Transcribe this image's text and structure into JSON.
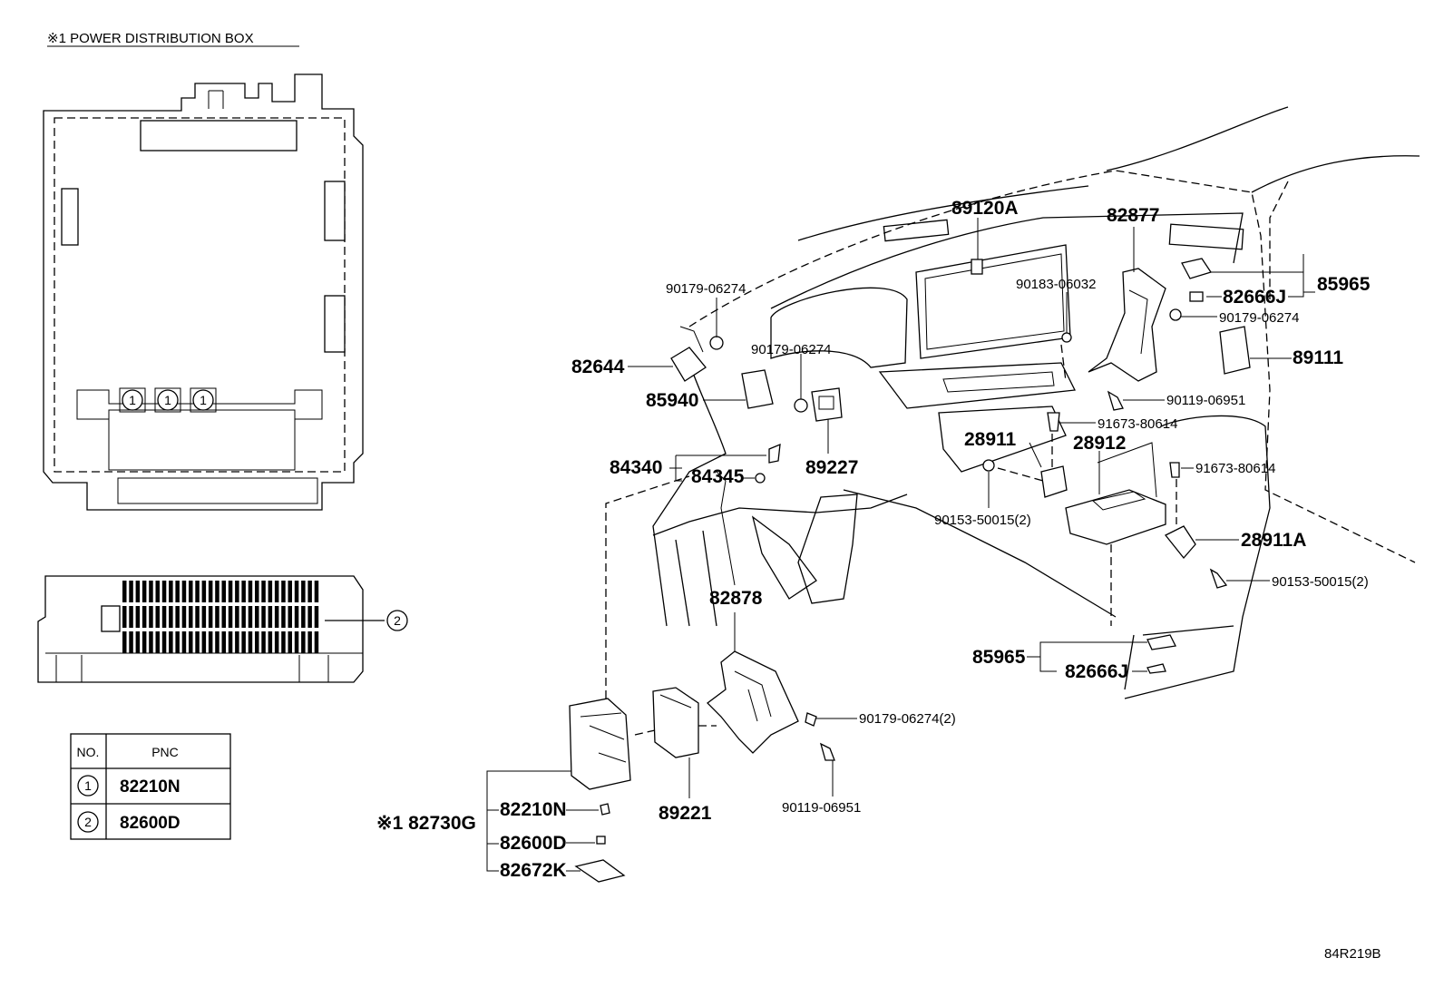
{
  "title": "※1 POWER DISTRIBUTION BOX",
  "diagram_code": "84R219B",
  "circle_markers": {
    "one": "1",
    "two": "2"
  },
  "table": {
    "headers": [
      "NO.",
      "PNC"
    ],
    "rows": [
      {
        "no": "1",
        "pnc": "82210N"
      },
      {
        "no": "2",
        "pnc": "82600D"
      }
    ]
  },
  "parts": {
    "p89120A": "89120A",
    "p82877": "82877",
    "p85965_top": "85965",
    "p82666J_top": "82666J",
    "p90179_06274_a": "90179-06274",
    "p90183_06032": "90183-06032",
    "p90179_06274_b": "90179-06274",
    "p90179_06274_c": "90179-06274",
    "p89111": "89111",
    "p82644": "82644",
    "p85940": "85940",
    "p90119_06951_a": "90119-06951",
    "p91673_80614_a": "91673-80614",
    "p28911": "28911",
    "p28912": "28912",
    "p91673_80614_b": "91673-80614",
    "p84340": "84340",
    "p84345": "84345",
    "p89227": "89227",
    "p90153_50015_a": "90153-50015(2)",
    "p28911A": "28911A",
    "p90153_50015_b": "90153-50015(2)",
    "p82878": "82878",
    "p85965_bot": "85965",
    "p82666J_bot": "82666J",
    "p90179_06274_2": "90179-06274(2)",
    "p90119_06951_b": "90119-06951",
    "p89221": "89221",
    "p82730G": "※1 82730G",
    "p82210N": "82210N",
    "p82600D": "82600D",
    "p82672K": "82672K"
  }
}
